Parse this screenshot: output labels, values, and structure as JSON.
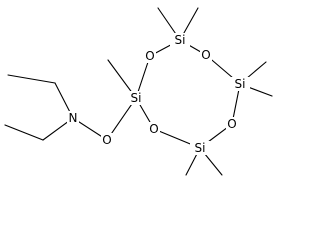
{
  "molecule": {
    "atoms": {
      "si_top": "Si",
      "si_right": "Si",
      "si_bottom": "Si",
      "si_left": "Si",
      "o_top_left": "O",
      "o_top_right": "O",
      "o_bottom_right": "O",
      "o_bottom_left": "O",
      "o_link": "O",
      "n": "N"
    }
  }
}
